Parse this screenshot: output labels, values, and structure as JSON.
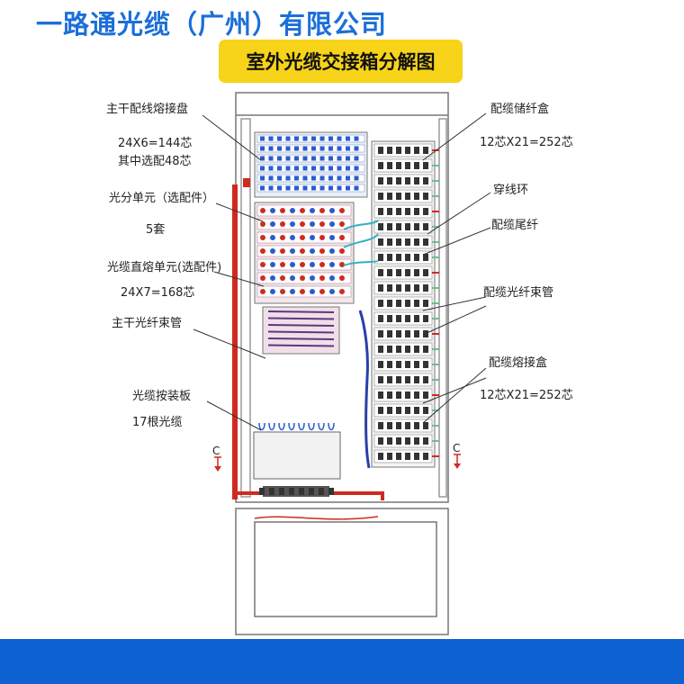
{
  "header": {
    "company": "一路通光缆（广州）有限公司",
    "title": "室外光缆交接箱分解图"
  },
  "left_labels": {
    "trunk_splice_tray": "主干配线熔接盘",
    "trunk_capacity": "24X6=144芯",
    "trunk_selected": "其中选配48芯",
    "splitter_unit": "光分单元（选配件）",
    "splitter_sets": "5套",
    "direct_splice_unit": "光缆直熔单元(选配件)",
    "direct_capacity": "24X7=168芯",
    "trunk_fiber_tube": "主干光纤束管",
    "cable_mount_plate": "光缆按装板",
    "cable_count": "17根光缆"
  },
  "right_labels": {
    "storage_box": "配缆储纤盒",
    "storage_capacity": "12芯X21=252芯",
    "routing_ring": "穿线环",
    "pigtail": "配缆尾纤",
    "fiber_tube": "配缆光纤束管",
    "splice_box": "配缆熔接盒",
    "splice_capacity": "12芯X21=252芯"
  },
  "section_marks": {
    "left": "C",
    "right": "C"
  },
  "colors": {
    "company_text": "#1b6fd8",
    "title_bg": "#f7d31a",
    "footer_band": "#0f62d2",
    "red_cable": "#d02a20",
    "blue_ports": "#2a5bd0",
    "green_fiber": "#6bbf8a"
  }
}
